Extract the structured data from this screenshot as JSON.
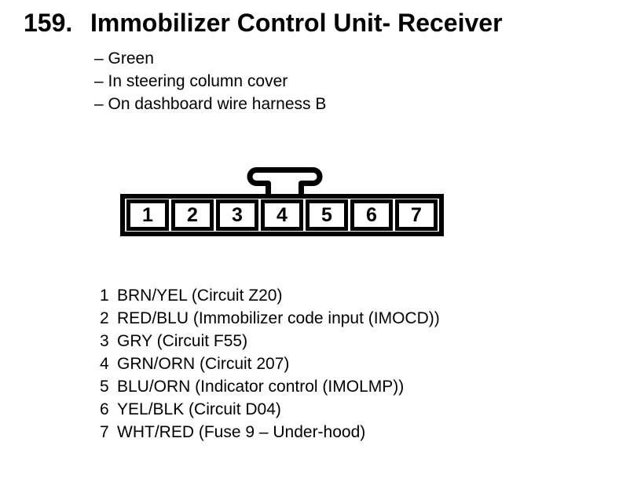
{
  "page": {
    "number": "159.",
    "title": "Immobilizer Control Unit- Receiver"
  },
  "details": {
    "items": [
      "– Green",
      "– In steering column cover",
      "– On dashboard wire harness B"
    ]
  },
  "connector": {
    "description": "7-pin connector with center latch tab",
    "pins": [
      "1",
      "2",
      "3",
      "4",
      "5",
      "6",
      "7"
    ]
  },
  "legend": {
    "items": [
      {
        "pin": "1",
        "label": "BRN/YEL (Circuit Z20)"
      },
      {
        "pin": "2",
        "label": "RED/BLU (Immobilizer code input (IMOCD))"
      },
      {
        "pin": "3",
        "label": "GRY (Circuit F55)"
      },
      {
        "pin": "4",
        "label": "GRN/ORN (Circuit 207)"
      },
      {
        "pin": "5",
        "label": "BLU/ORN (Indicator control (IMOLMP))"
      },
      {
        "pin": "6",
        "label": "YEL/BLK (Circuit D04)"
      },
      {
        "pin": "7",
        "label": "WHT/RED (Fuse 9 – Under-hood)"
      }
    ]
  },
  "colors": {
    "ink": "#000000",
    "paper": "#ffffff"
  }
}
